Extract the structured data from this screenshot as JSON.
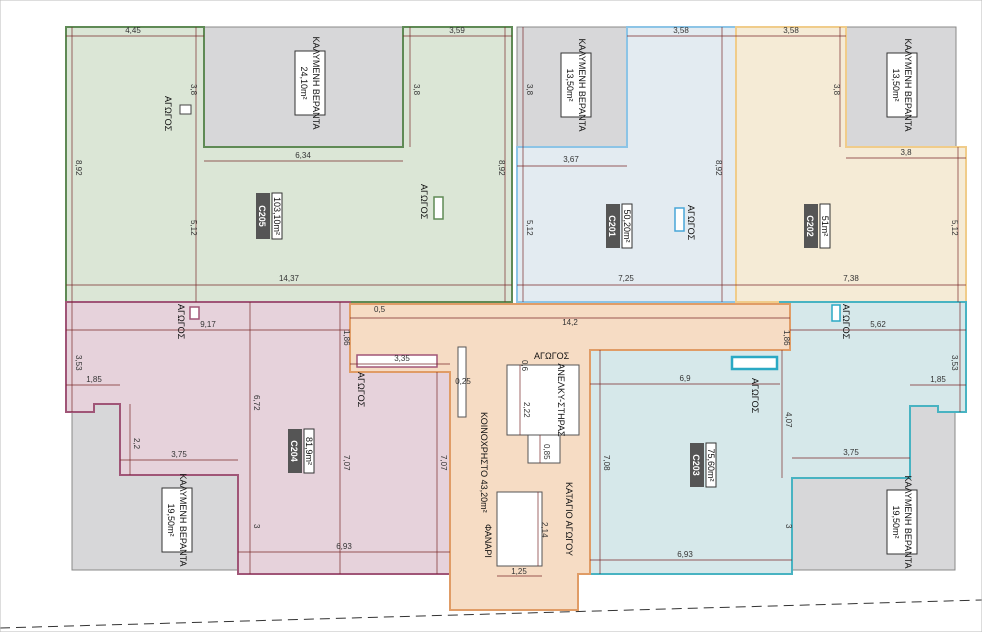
{
  "colors": {
    "green": "#dbe6d6",
    "green_stroke": "#5f8a55",
    "blue": "#e3ebf1",
    "blue_stroke": "#8cc4e6",
    "yellow": "#f5ebd6",
    "yellow_stroke": "#f0cc8a",
    "pink": "#e6d2db",
    "pink_stroke": "#a05577",
    "cyan": "#d6e8ea",
    "cyan_stroke": "#48b3c2",
    "orange": "#f6dcc4",
    "orange_stroke": "#e09c66",
    "veranda": "#d7d7d9",
    "veranda_stroke": "#888888",
    "badge": "#555555"
  },
  "units": [
    {
      "id": "C205",
      "area": "103,10m²"
    },
    {
      "id": "C201",
      "area": "50,20m²"
    },
    {
      "id": "C202",
      "area": "51m²"
    },
    {
      "id": "C204",
      "area": "81,9m²"
    },
    {
      "id": "C203",
      "area": "75,60m²"
    }
  ],
  "verandas": [
    {
      "label": "ΚΑΛΥΜΕΝΗ ΒΕΡΑΝΤΑ",
      "area": "24,10m²"
    },
    {
      "label": "ΚΑΛΥΜΕΝΗ ΒΕΡΑΝΤΑ",
      "area": "13,50m²"
    },
    {
      "label": "ΚΑΛΥΜΕΝΗ ΒΕΡΑΝΤΑ",
      "area": "13,50m²"
    },
    {
      "label": "ΚΑΛΥΜΕΝΗ ΒΕΡΑΝΤΑ",
      "area": "19,50m²"
    },
    {
      "label": "ΚΑΛΥΜΕΝΗ ΒΕΡΑΝΤΑ",
      "area": "19,50m²"
    }
  ],
  "labels": {
    "agogos": "ΑΓΩΓΟΣ",
    "anelkystiras": "ΑΝΕΛΚΥ-ΣΤΗΡΑΣ",
    "koinochristo": "ΚΟΙΝΟΧΡΗΣΤΟ 43,20m²",
    "fanari": "ΦΑΝΑΡΙ",
    "katagio": "ΚΑΤΑΓΙΟ ΑΓΩΓΟΥ"
  },
  "dims": [
    "4,45",
    "3,59",
    "3,58",
    "3,58",
    "3,8",
    "3,8",
    "3,8",
    "3,8",
    "6,34",
    "3,67",
    "3,8",
    "8,92",
    "8,92",
    "8,92",
    "5,12",
    "5,12",
    "5,12",
    "14,37",
    "7,25",
    "7,38",
    "9,17",
    "1,86",
    "0,5",
    "14,2",
    "1,86",
    "5,62",
    "3,53",
    "3,53",
    "1,85",
    "1,85",
    "3,35",
    "0,25",
    "0,6",
    "6,9",
    "6,72",
    "2,22",
    "0,85",
    "2,2",
    "3,75",
    "3,75",
    "7,07",
    "7,07",
    "7,08",
    "4,07",
    "2,14",
    "6,93",
    "6,93",
    "1,25",
    "3",
    "3"
  ]
}
